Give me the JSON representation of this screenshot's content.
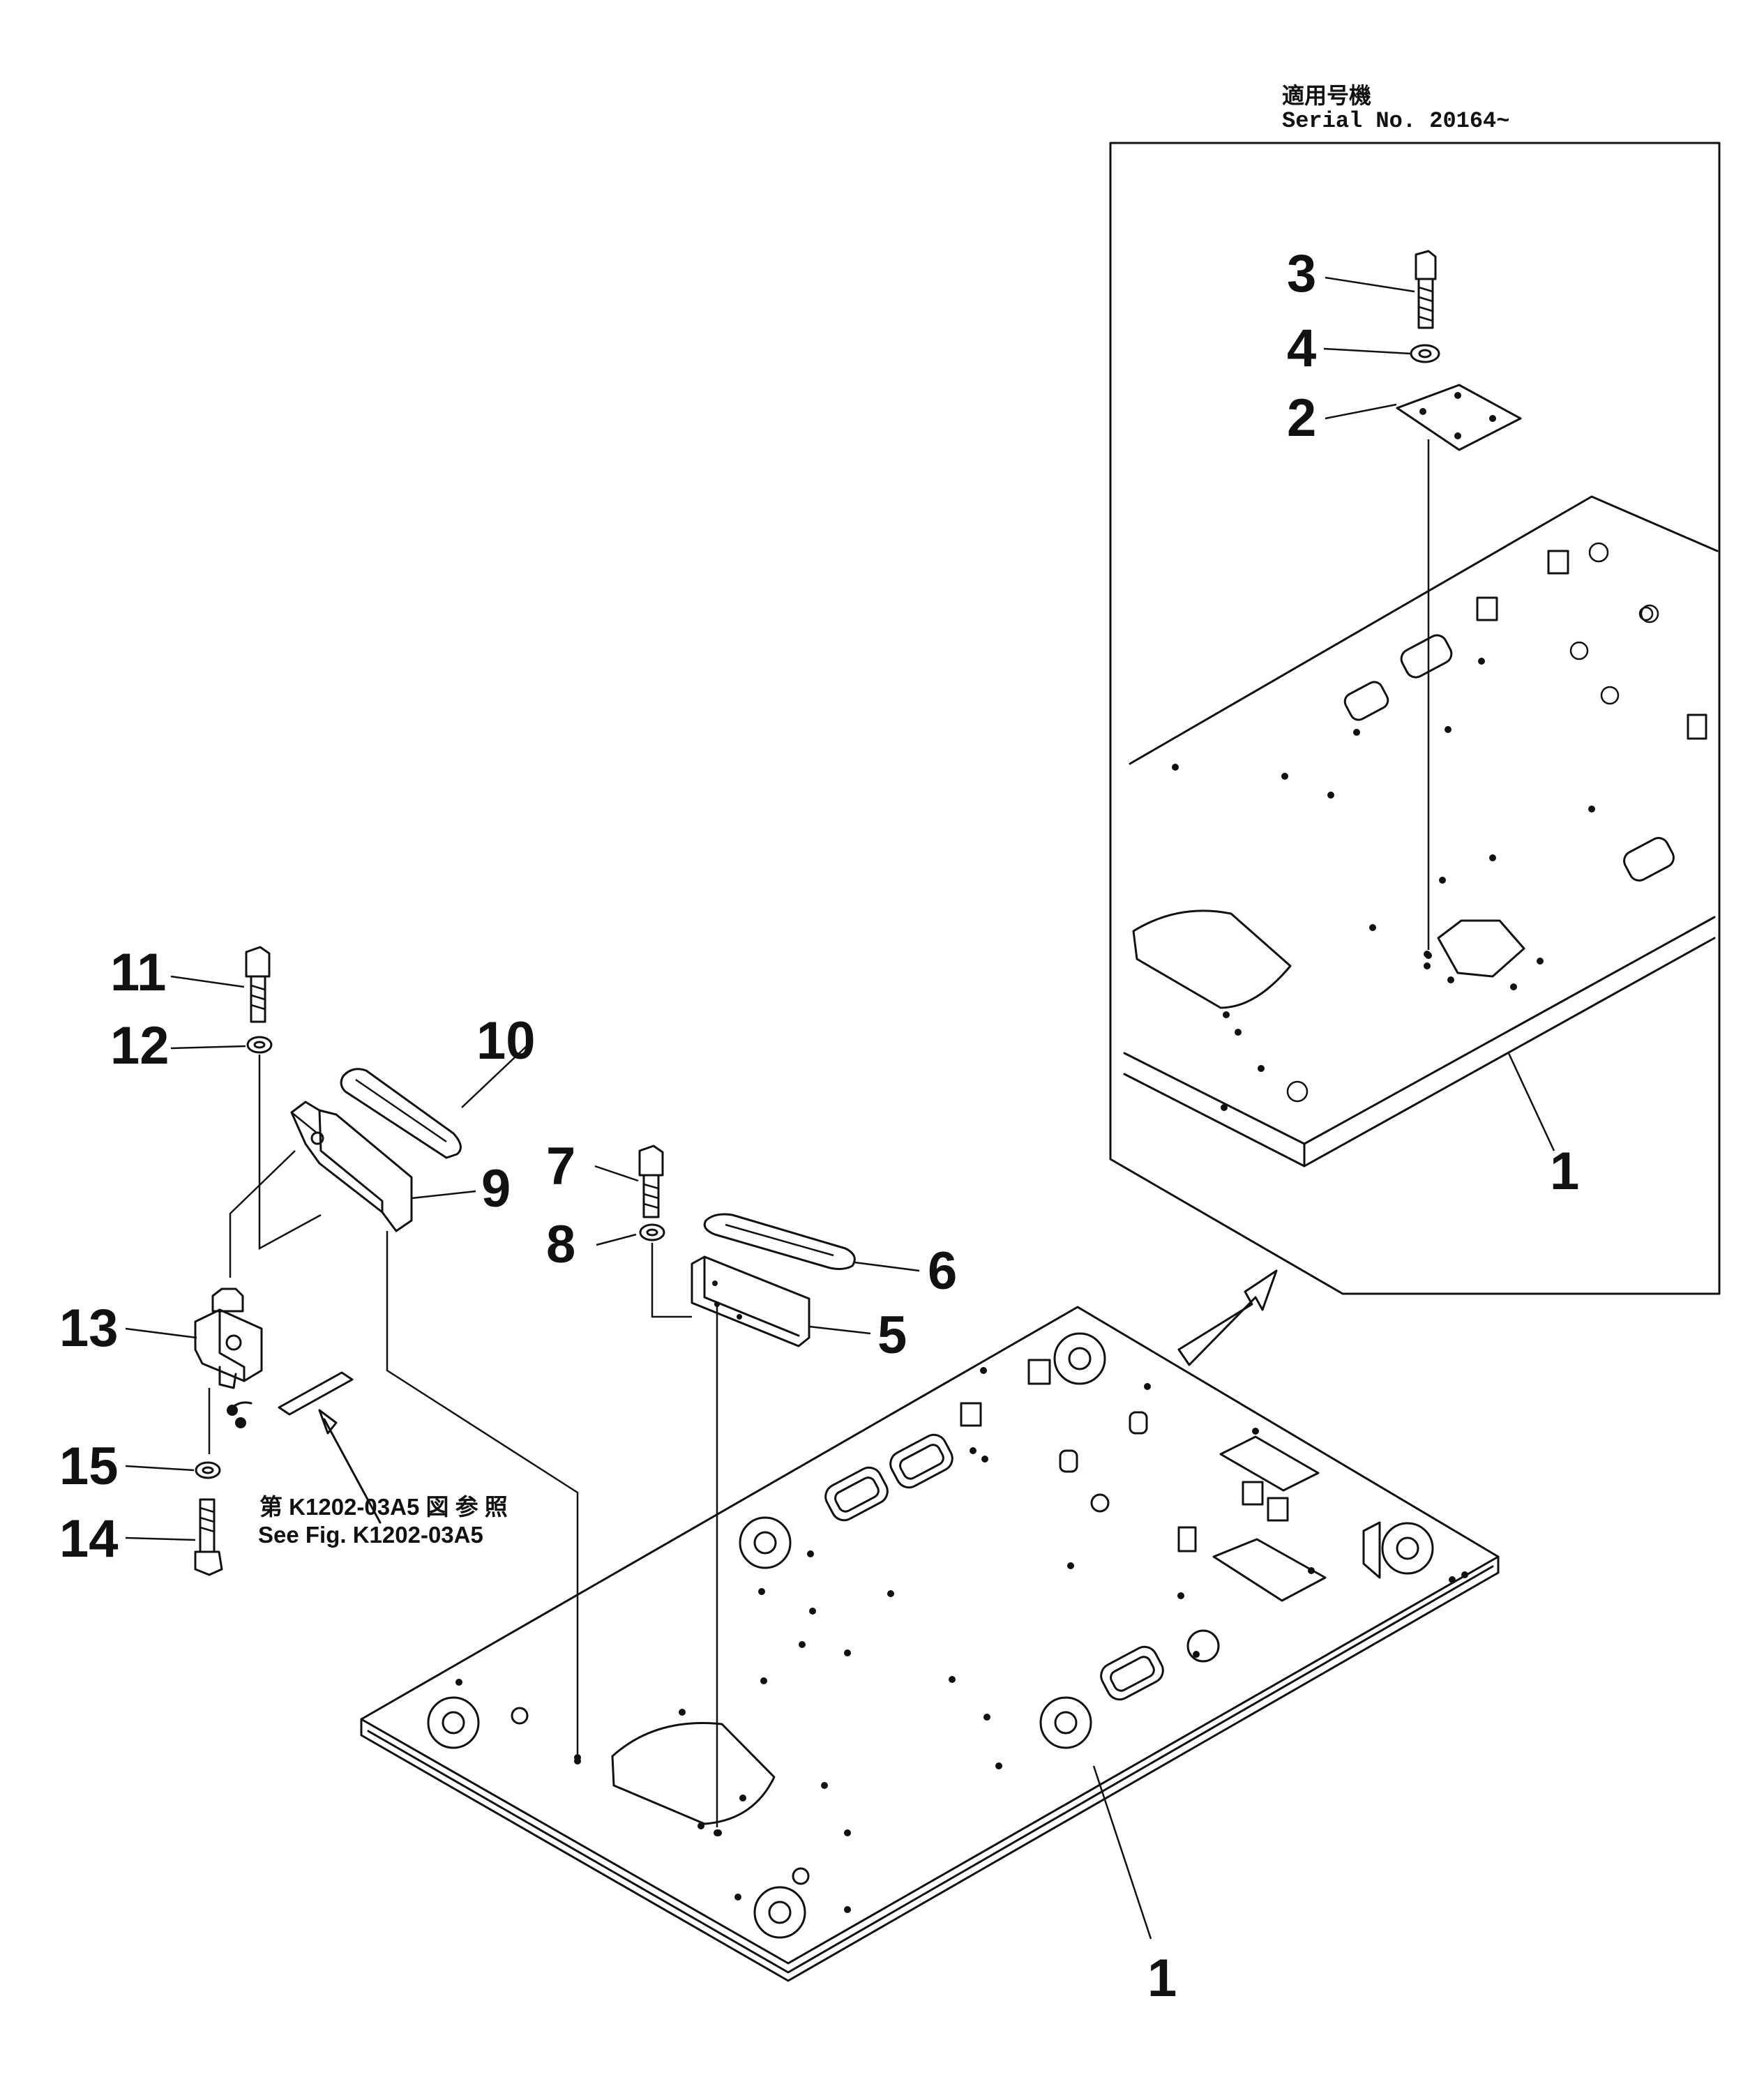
{
  "inset": {
    "header_jp": "適用号機",
    "serial_label": "Serial No. 20164~"
  },
  "reference": {
    "line_jp": "第 K1202-03A5 図 参 照",
    "line_en": "See Fig. K1202-03A5"
  },
  "part_labels": {
    "p1_main": "1",
    "p1_inset": "1",
    "p2": "2",
    "p3": "3",
    "p4": "4",
    "p5": "5",
    "p6": "6",
    "p7": "7",
    "p8": "8",
    "p9": "9",
    "p10": "10",
    "p11": "11",
    "p12": "12",
    "p13": "13",
    "p14": "14",
    "p15": "15"
  }
}
